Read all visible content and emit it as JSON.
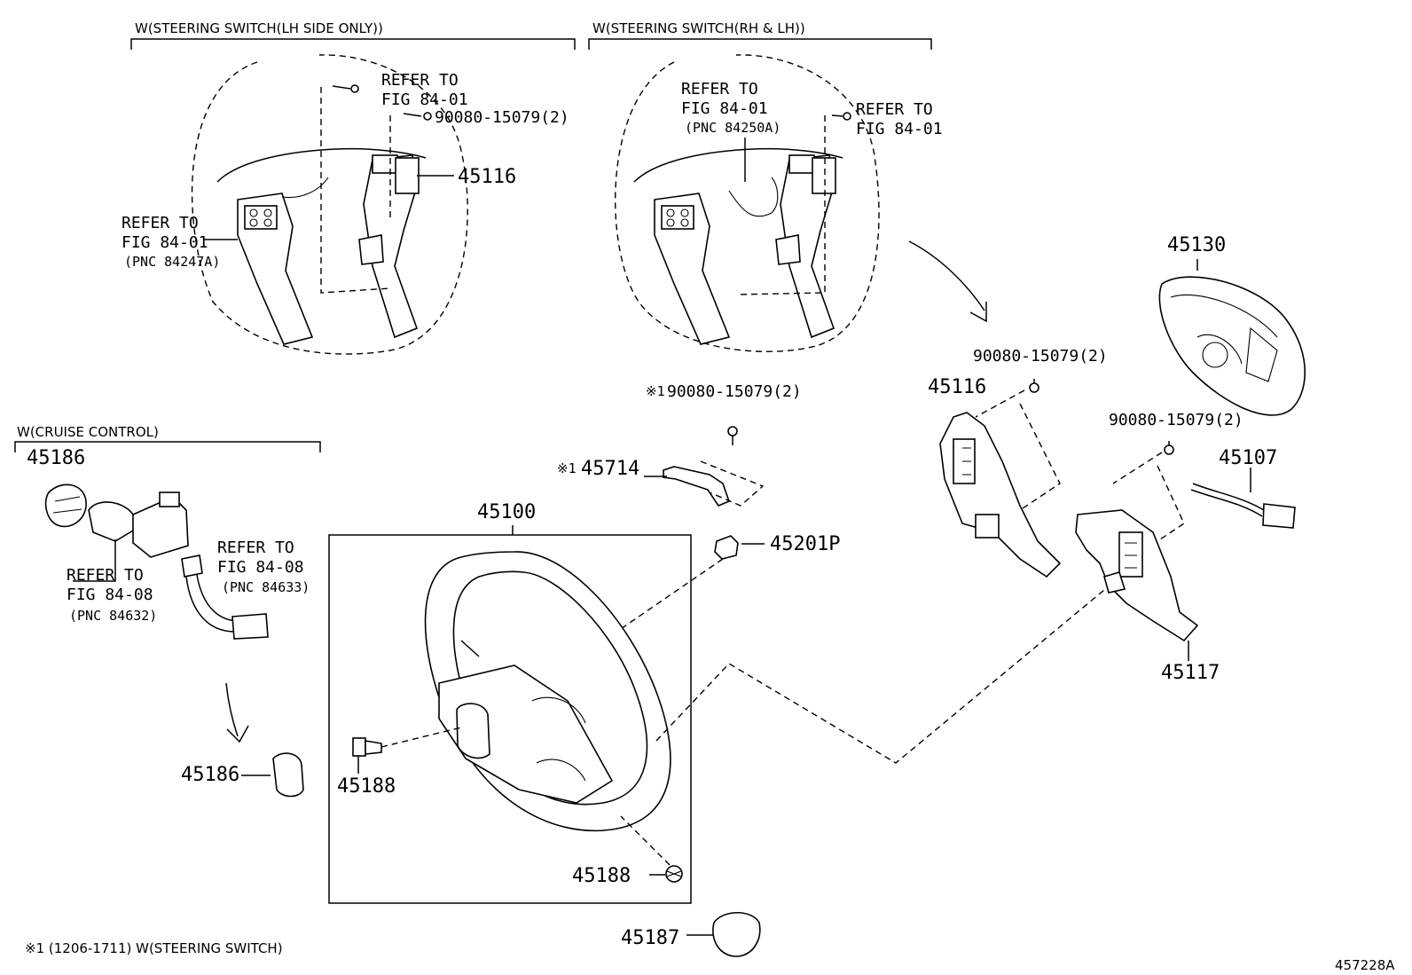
{
  "sections": {
    "lh_only": "W(STEERING SWITCH(LH SIDE ONLY))",
    "rh_lh": "W(STEERING SWITCH(RH & LH))",
    "cruise": "W(CRUISE CONTROL)"
  },
  "refs": {
    "lh_top_1": "REFER TO",
    "lh_top_2": "FIG 84-01",
    "lh_left_1": "REFER TO",
    "lh_left_2": "FIG 84-01",
    "lh_left_3": "(PNC 84247A)",
    "rh_mid_1": "REFER TO",
    "rh_mid_2": "FIG 84-01",
    "rh_mid_3": "(PNC 84250A)",
    "rh_right_1": "REFER TO",
    "rh_right_2": "FIG 84-01",
    "cc_left_1": "REFER TO",
    "cc_left_2": "FIG 84-08",
    "cc_left_3": "(PNC 84632)",
    "cc_right_1": "REFER TO",
    "cc_right_2": "FIG 84-08",
    "cc_right_3": "(PNC 84633)"
  },
  "parts": {
    "p45116_top": "45116",
    "bolt_top": "90080-15079(2)",
    "bolt_mid_mark": "※1",
    "bolt_mid": "90080-15079(2)",
    "p45714_mark": "※1",
    "p45714": "45714",
    "p45100": "45100",
    "p45201p": "45201P",
    "p45186_top": "45186",
    "p45186_bot": "45186",
    "p45188_left": "45188",
    "p45188_bot": "45188",
    "p45187": "45187",
    "p45130": "45130",
    "bolt_right_1": "90080-15079(2)",
    "p45116_right": "45116",
    "bolt_right_2": "90080-15079(2)",
    "p45107": "45107",
    "p45117": "45117"
  },
  "footnote": "※1 (1206-1711) W(STEERING SWITCH)",
  "diagram_id": "457228A"
}
